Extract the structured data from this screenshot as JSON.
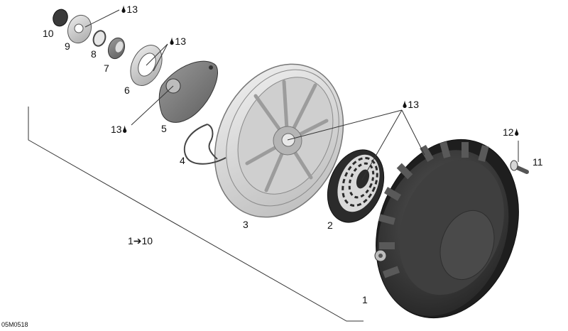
{
  "diagram_code": "05M0518",
  "drop_glyph": "🌢",
  "callouts": {
    "p1": "1",
    "p2": "2",
    "p3": "3",
    "p4": "4",
    "p5": "5",
    "p6": "6",
    "p7": "7",
    "p8": "8",
    "p9": "9",
    "p10": "10",
    "p11": "11",
    "range": "1➔10",
    "lub13": "13",
    "lub12": "12"
  }
}
